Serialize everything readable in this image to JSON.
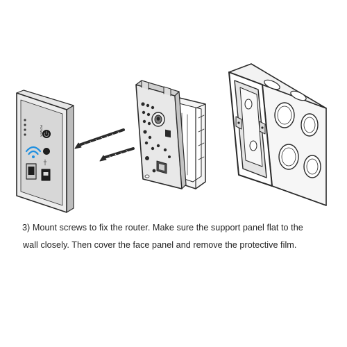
{
  "caption": {
    "line1": "3) Mount screws to fix the router. Make sure the support panel flat to the",
    "line2": "wall closely. Then cover the face panel and remove the protective film."
  },
  "face_panel": {
    "power_label": "POWER",
    "status_leds": 4
  },
  "colors": {
    "line": "#2a2a2a",
    "panel_face": "#d7d7d7",
    "panel_side": "#bdbdbd",
    "wifi": "#1f8fe0",
    "text": "#222222"
  },
  "icons": [
    "wifi-icon",
    "power-button-icon",
    "usb-icon",
    "screw-icon",
    "ethernet-port-icon"
  ]
}
